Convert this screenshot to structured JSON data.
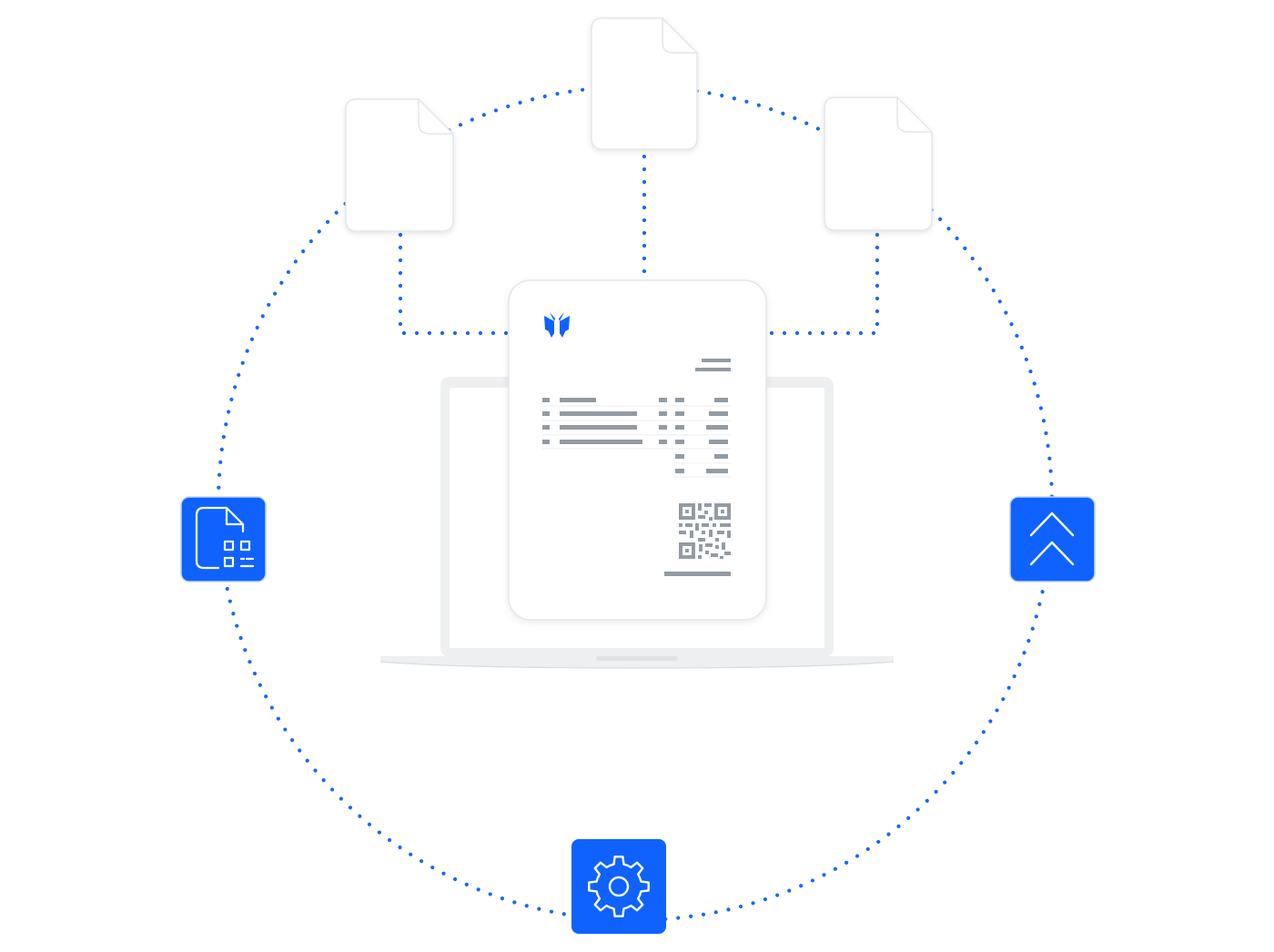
{
  "colors": {
    "accent": "#0f62fe",
    "dots": "#1a66f5",
    "card": "#ffffff",
    "card_border": "#e3e6ea",
    "placeholder_line": "#939ba3",
    "laptop_body": "#eeeff1",
    "laptop_screen": "#ffffff"
  },
  "nodes": {
    "source_documents": [
      "document",
      "document",
      "document"
    ],
    "center": "invoice-document",
    "device": "laptop",
    "left_badge": "document-qr-icon",
    "right_badge": "double-chevron-up-icon",
    "bottom_badge": "gear-icon"
  },
  "invoice": {
    "logo": "butterfly-logo-icon",
    "line_items": 4,
    "total_rows": 3,
    "has_qr_code": true
  }
}
